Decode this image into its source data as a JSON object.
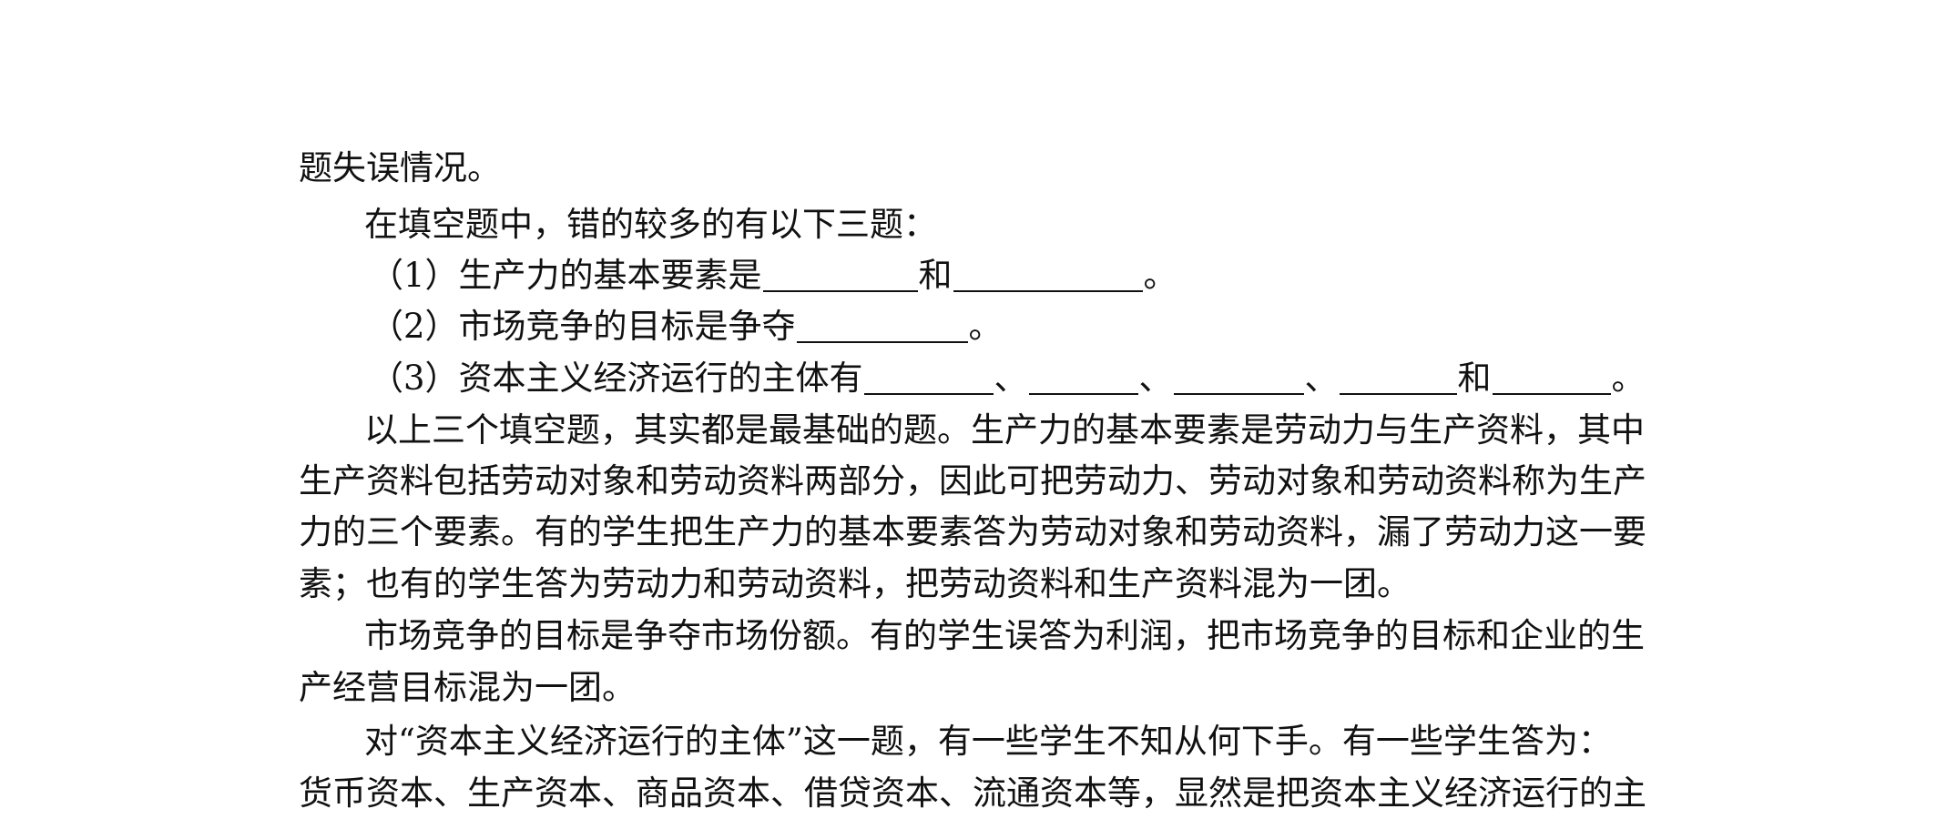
{
  "document": {
    "lines": [
      "题失误情况。",
      "在填空题中，错的较多的有以下三题：",
      "以上三个填空题，其实都是最基础的题。生产力的基本要素是劳动力与生产资料，其中",
      "生产资料包括劳动对象和劳动资料两部分，因此可把劳动力、劳动对象和劳动资料称为生产",
      "力的三个要素。有的学生把生产力的基本要素答为劳动对象和劳动资料，漏了劳动力这一要",
      "素；也有的学生答为劳动力和劳动资料，把劳动资料和生产资料混为一团。",
      "市场竞争的目标是争夺市场份额。有的学生误答为利润，把市场竞争的目标和企业的生",
      "产经营目标混为一团。",
      "对“资本主义经济运行的主体”这一题，有一些学生不知从何下手。有一些学生答为：",
      "货币资本、生产资本、商品资本、借贷资本、流通资本等，显然是把资本主义经济运行的主"
    ],
    "items": {
      "q1_a": "（1）生产力的基本要素是",
      "q1_b": "和",
      "q1_end": "。",
      "q2_a": "（2）市场竞争的目标是争夺",
      "q2_end": "。",
      "q3_a": "（3）资本主义经济运行的主体有",
      "q3_sep1": "、",
      "q3_sep2": "、",
      "q3_sep3": "、",
      "q3_and": "和",
      "q3_end": "。"
    }
  }
}
